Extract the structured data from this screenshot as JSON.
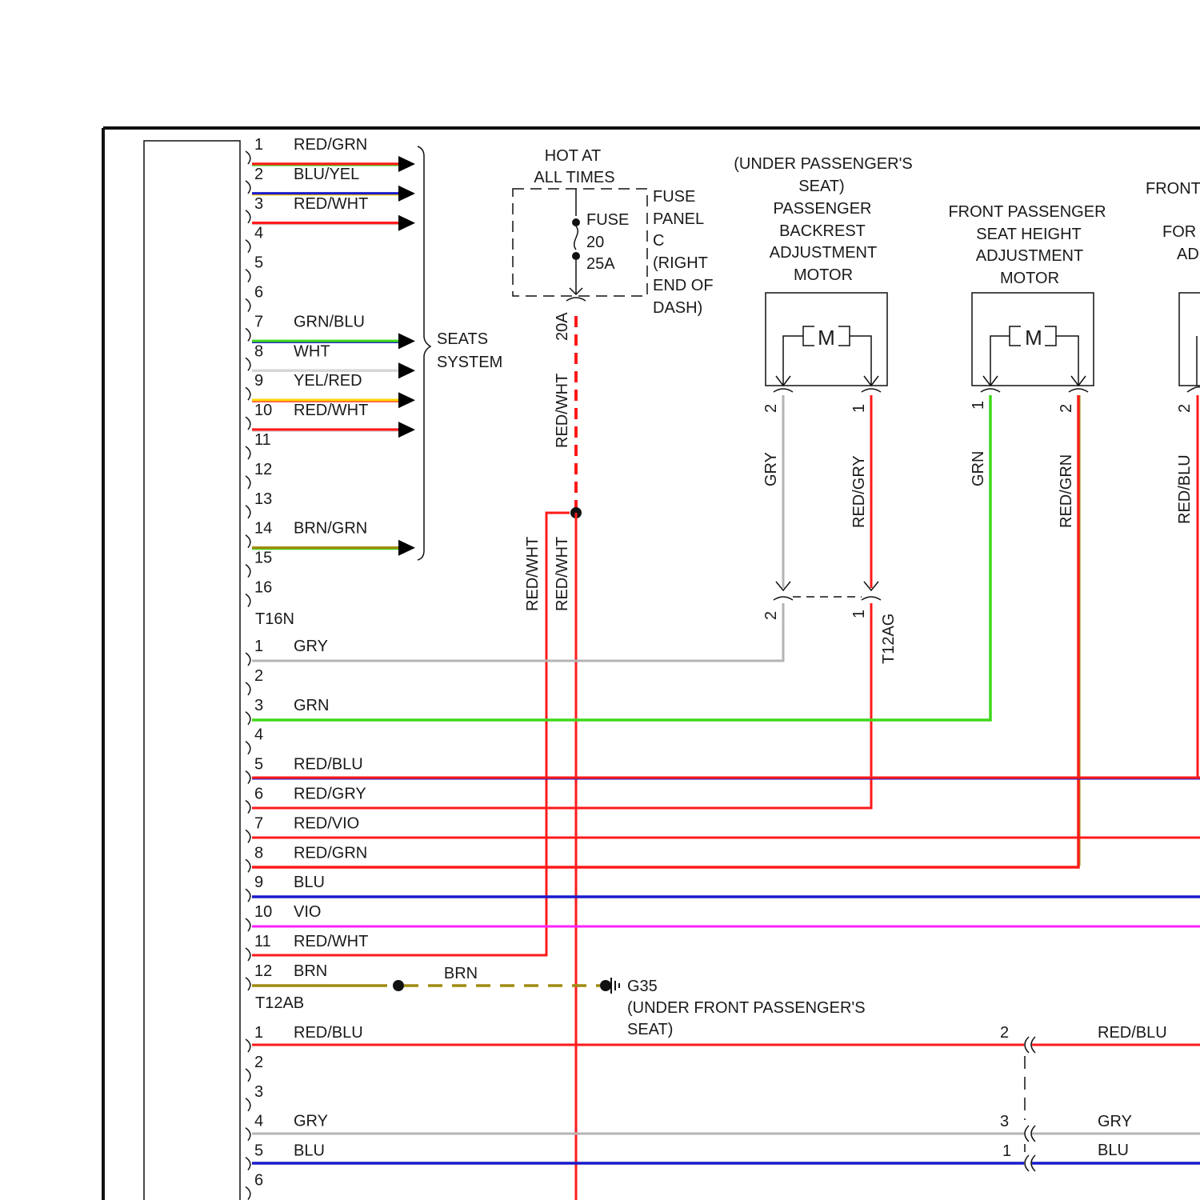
{
  "colors": {
    "RED": "#ff1a1a",
    "GRN_LIGHT": "#3fd81c",
    "GRN_DARK": "#1f9f4f",
    "YEL": "#ffd500",
    "BLU": "#1a1acc",
    "GRY": "#b4b4b4",
    "WHT": "#d6d6d6",
    "VIO": "#ff22ff",
    "BRN": "#a08a10",
    "FRAME": "#111111"
  },
  "connector_a": {
    "pins": [
      {
        "num": "1",
        "label": "RED/GRN"
      },
      {
        "num": "2",
        "label": "BLU/YEL"
      },
      {
        "num": "3",
        "label": "RED/WHT"
      },
      {
        "num": "4",
        "label": ""
      },
      {
        "num": "5",
        "label": ""
      },
      {
        "num": "6",
        "label": ""
      },
      {
        "num": "7",
        "label": "GRN/BLU"
      },
      {
        "num": "8",
        "label": "WHT"
      },
      {
        "num": "9",
        "label": "YEL/RED"
      },
      {
        "num": "10",
        "label": "RED/WHT"
      },
      {
        "num": "11",
        "label": ""
      },
      {
        "num": "12",
        "label": ""
      },
      {
        "num": "13",
        "label": ""
      },
      {
        "num": "14",
        "label": "BRN/GRN"
      },
      {
        "num": "15",
        "label": ""
      },
      {
        "num": "16",
        "label": ""
      }
    ],
    "name": "T16N",
    "bracket_label_1": "SEATS",
    "bracket_label_2": "SYSTEM"
  },
  "connector_b": {
    "pins": [
      {
        "num": "1",
        "label": "GRY"
      },
      {
        "num": "2",
        "label": ""
      },
      {
        "num": "3",
        "label": "GRN"
      },
      {
        "num": "4",
        "label": ""
      },
      {
        "num": "5",
        "label": "RED/BLU"
      },
      {
        "num": "6",
        "label": "RED/GRY"
      },
      {
        "num": "7",
        "label": "RED/VIO"
      },
      {
        "num": "8",
        "label": "RED/GRN"
      },
      {
        "num": "9",
        "label": "BLU"
      },
      {
        "num": "10",
        "label": "VIO"
      },
      {
        "num": "11",
        "label": "RED/WHT"
      },
      {
        "num": "12",
        "label": "BRN"
      }
    ],
    "name": "T12AB"
  },
  "connector_c": {
    "pins": [
      {
        "num": "1",
        "label": "RED/BLU"
      },
      {
        "num": "2",
        "label": ""
      },
      {
        "num": "3",
        "label": ""
      },
      {
        "num": "4",
        "label": "GRY"
      },
      {
        "num": "5",
        "label": "BLU"
      },
      {
        "num": "6",
        "label": ""
      }
    ]
  },
  "fuse": {
    "hot_line1": "HOT AT",
    "hot_line2": "ALL TIMES",
    "fuse_word": "FUSE",
    "fuse_num": "20",
    "fuse_amp": "25A",
    "panel_lines": [
      "FUSE",
      "PANEL",
      "C",
      "(RIGHT",
      "END OF",
      "DASH)"
    ],
    "pin_label": "20A",
    "wire_upper": "RED/WHT",
    "wire_left": "RED/WHT",
    "wire_right": "RED/WHT"
  },
  "ground": {
    "wire_label": "BRN",
    "name": "G35",
    "loc_line1": "(UNDER FRONT PASSENGER'S",
    "loc_line2": "SEAT)"
  },
  "motor_backrest": {
    "title_lines": [
      "(UNDER PASSENGER'S",
      "SEAT)",
      "PASSENGER",
      "BACKREST",
      "ADJUSTMENT",
      "MOTOR"
    ],
    "symbol": "M",
    "left_pin": "2",
    "right_pin": "1",
    "left_wire": "GRY",
    "right_wire": "RED/GRY",
    "conn_left_pin": "2",
    "conn_right_pin": "1",
    "conn_name": "T12AG"
  },
  "motor_height": {
    "title_lines": [
      "FRONT PASSENGER",
      "SEAT HEIGHT",
      "ADJUSTMENT",
      "MOTOR"
    ],
    "symbol": "M",
    "left_pin": "1",
    "right_pin": "2",
    "left_wire": "GRN",
    "right_wire": "RED/GRN"
  },
  "motor_partial": {
    "title_lines": [
      "FRONT",
      "FOR",
      "AD"
    ],
    "left_pin": "2",
    "left_wire": "RED/BLU"
  },
  "right_connector": {
    "pins": [
      {
        "num": "2",
        "label": "RED/BLU"
      },
      {
        "num": "3",
        "label": "GRY"
      },
      {
        "num": "1",
        "label": "BLU"
      }
    ]
  }
}
